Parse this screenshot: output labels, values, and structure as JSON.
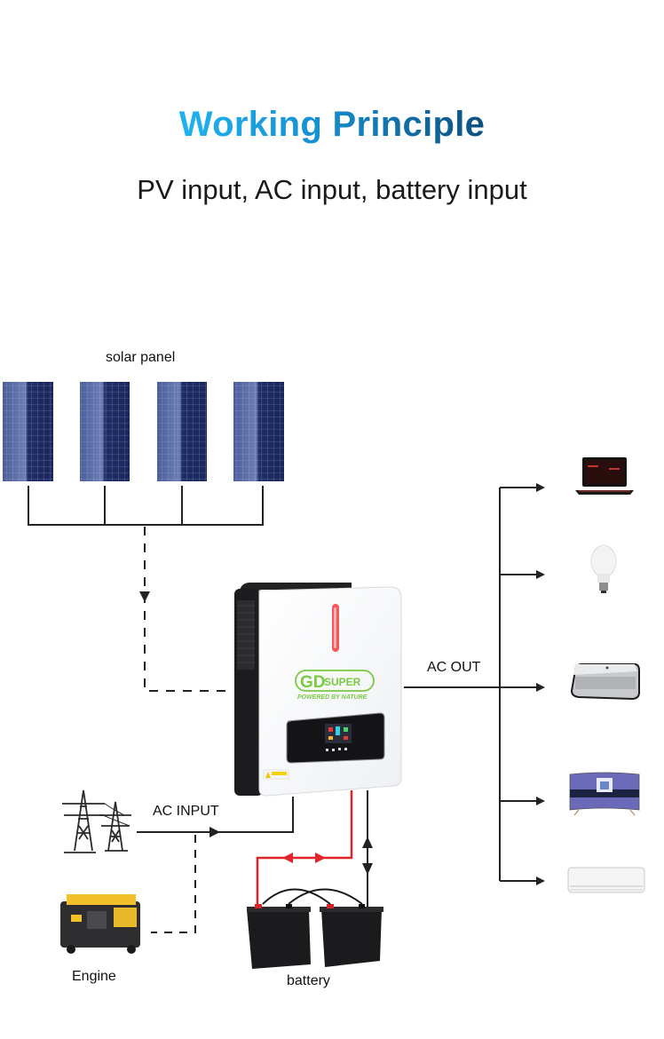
{
  "header": {
    "title": "Working Principle",
    "subtitle": "PV input, AC input, battery input"
  },
  "diagram": {
    "labels": {
      "solar_panel": "solar panel",
      "ac_out": "AC OUT",
      "ac_input": "AC INPUT",
      "engine": "Engine",
      "battery": "battery"
    },
    "inverter": {
      "brand": "GDSUPER",
      "brand_prefix": "GD",
      "brand_suffix": "SUPER",
      "tagline": "POWERED BY NATURE",
      "caution": "CAUTION"
    },
    "solar_panel_count": 4,
    "battery_count": 2,
    "loads": [
      "laptop",
      "light-bulb",
      "printer",
      "television",
      "air-conditioner"
    ],
    "colors": {
      "title_start": "#1fb3f0",
      "title_end": "#0d4f80",
      "wire": "#222222",
      "battery_positive": "#e0242a",
      "brand_green": "#7ac943",
      "panel_blue": "#1e2e6b"
    }
  }
}
